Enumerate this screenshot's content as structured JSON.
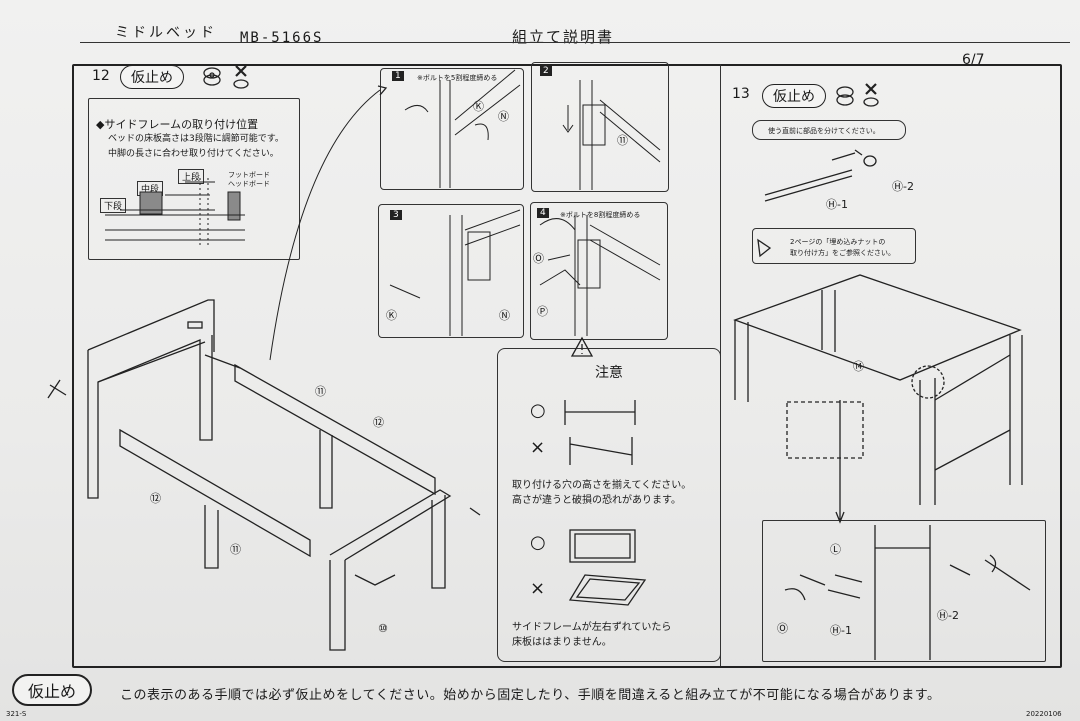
{
  "header": {
    "model": "ミドルベッド",
    "model_number": "MB-5166S",
    "title": "組立て説明書",
    "page": "6/7"
  },
  "step12": {
    "number": "12",
    "badge": "仮止め",
    "side_frame": {
      "title": "◆サイドフレームの取り付け位置",
      "desc1": "ベッドの床板高さは3段階に調節可能です。",
      "desc2": "中脚の長さに合わせ取り付けてください。",
      "levels": [
        "上段",
        "中段",
        "下段"
      ],
      "board_labels": [
        "フットボード",
        "ヘッドボード"
      ]
    },
    "sub1": {
      "num": "1",
      "note": "※ボルトを5割程度締める",
      "parts": [
        "Ⓚ",
        "Ⓝ"
      ]
    },
    "sub2": {
      "num": "2",
      "parts": [
        "⑪"
      ]
    },
    "sub3": {
      "num": "3",
      "parts": [
        "Ⓚ",
        "Ⓝ"
      ]
    },
    "sub4": {
      "num": "4",
      "note": "※ボルトを8割程度締める",
      "parts": [
        "Ⓞ",
        "Ⓟ"
      ]
    },
    "frame_parts": [
      "⑪",
      "⑫",
      "⑫",
      "⑪",
      "⑩"
    ]
  },
  "caution": {
    "title": "注意",
    "ok": "○",
    "ng": "×",
    "text1": "取り付ける穴の高さを揃えてください。",
    "text2": "高さが違うと破損の恐れがあります。",
    "text3": "サイドフレームが左右ずれていたら",
    "text4": "床板ははまりません。"
  },
  "step13": {
    "number": "13",
    "badge": "仮止め",
    "note": "使う直前に部品を分けてください。",
    "ref1": "2ページの「埋め込みナットの",
    "ref2": "取り付け方」をご参照ください。",
    "parts": [
      "Ⓗ-1",
      "Ⓗ-2",
      "⑭",
      "Ⓛ",
      "Ⓞ",
      "Ⓗ-1",
      "Ⓗ-2"
    ]
  },
  "footer": {
    "badge": "仮止め",
    "text": "この表示のある手順では必ず仮止めをしてください。始めから固定したり、手順を間違えると組み立てが不可能になる場合があります。",
    "code_left": "321-S",
    "code_right": "20220106"
  }
}
